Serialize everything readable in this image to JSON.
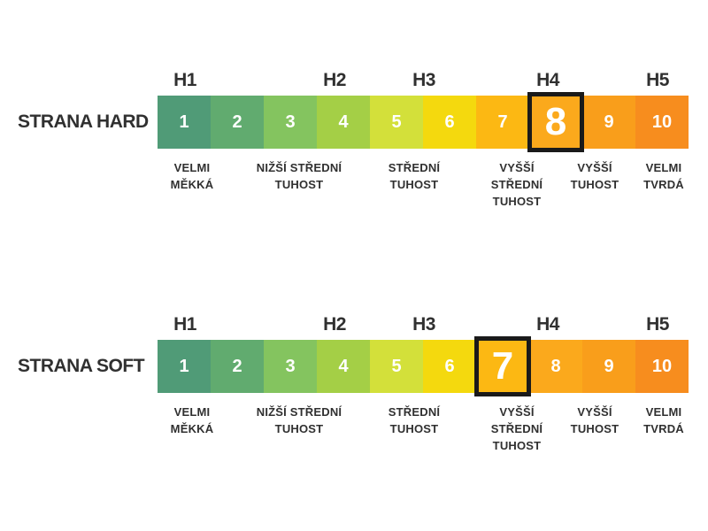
{
  "colors": {
    "background": "#ffffff",
    "text_dark": "#303030",
    "cell_text": "#ffffff",
    "highlight_border": "#1a1a1a"
  },
  "scale_colors": [
    "#509b77",
    "#61ab6f",
    "#84c45f",
    "#a4cf46",
    "#d3e03a",
    "#f4d90e",
    "#fcb813",
    "#fba91c",
    "#f99e1b",
    "#f78d1e"
  ],
  "h_labels": [
    "H1",
    "H2",
    "H3",
    "H4",
    "H5"
  ],
  "descriptions": [
    "VELMI\nMĚKKÁ",
    "NIŽŠÍ STŘEDNÍ\nTUHOST",
    "STŘEDNÍ\nTUHOST",
    "VYŠŠÍ\nSTŘEDNÍ\nTUHOST",
    "VYŠŠÍ\nTUHOST",
    "VELMI\nTVRDÁ"
  ],
  "rows": [
    {
      "title": "STRANA HARD",
      "cells": [
        "1",
        "2",
        "3",
        "4",
        "5",
        "6",
        "7",
        "8",
        "9",
        "10"
      ],
      "highlighted_value": "8"
    },
    {
      "title": "STRANA SOFT",
      "cells": [
        "1",
        "2",
        "3",
        "4",
        "5",
        "6",
        "7",
        "8",
        "9",
        "10"
      ],
      "highlighted_value": "7"
    }
  ]
}
